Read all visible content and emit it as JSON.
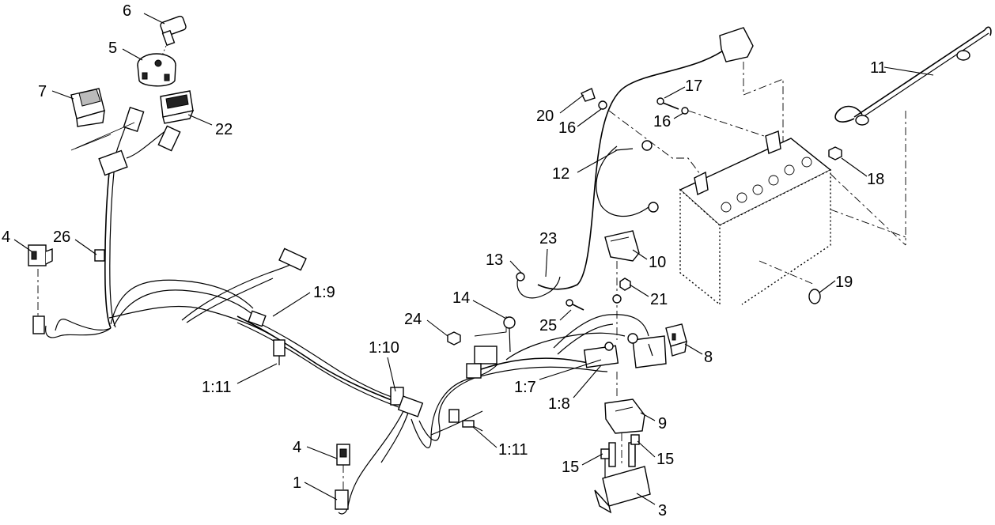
{
  "callouts": {
    "c6": "6",
    "c5": "5",
    "c7": "7",
    "c22": "22",
    "c4a": "4",
    "c26": "26",
    "c1_9": "1:9",
    "c1_11a": "1:11",
    "c1_10": "1:10",
    "c4b": "4",
    "c1": "1",
    "c24": "24",
    "c14": "14",
    "c25": "25",
    "c1_7": "1:7",
    "c1_8": "1:8",
    "c1_11b": "1:11",
    "c15a": "15",
    "c15b": "15",
    "c3": "3",
    "c9": "9",
    "c8": "8",
    "c21": "21",
    "c10": "10",
    "c13": "13",
    "c23": "23",
    "c12": "12",
    "c20": "20",
    "c16a": "16",
    "c17": "17",
    "c16b": "16",
    "c18": "18",
    "c19": "19",
    "c11": "11"
  }
}
